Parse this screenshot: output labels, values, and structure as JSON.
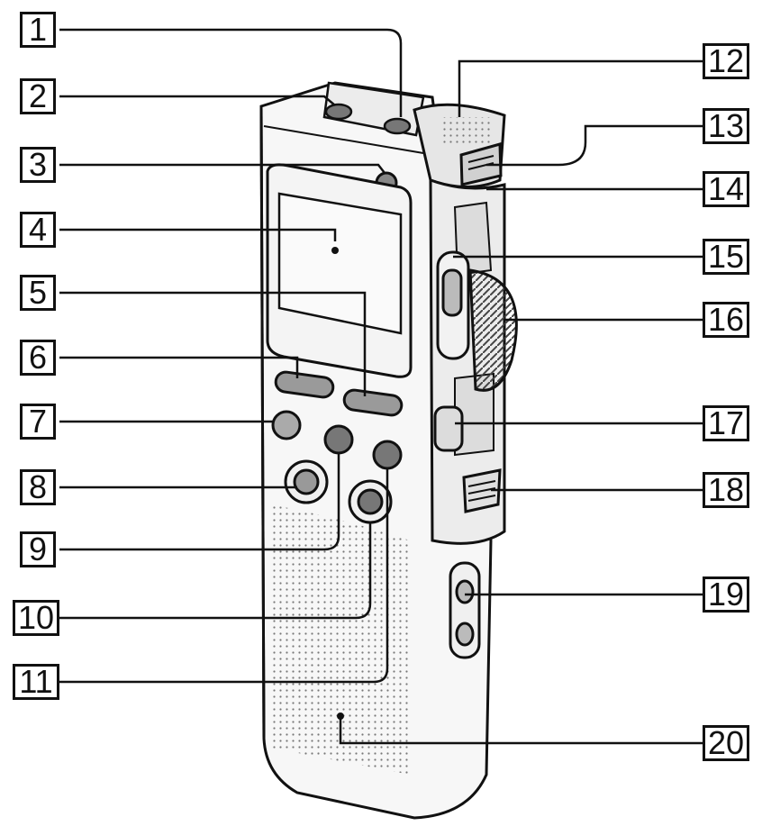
{
  "callouts": {
    "c1": "1",
    "c2": "2",
    "c3": "3",
    "c4": "4",
    "c5": "5",
    "c6": "6",
    "c7": "7",
    "c8": "8",
    "c9": "9",
    "c10": "10",
    "c11": "11",
    "c12": "12",
    "c13": "13",
    "c14": "14",
    "c15": "15",
    "c16": "16",
    "c17": "17",
    "c18": "18",
    "c19": "19",
    "c20": "20"
  },
  "colors": {
    "line": "#111111",
    "body_fill": "#f7f7f7",
    "shade": "#e4e4e4",
    "dark": "#555555"
  }
}
